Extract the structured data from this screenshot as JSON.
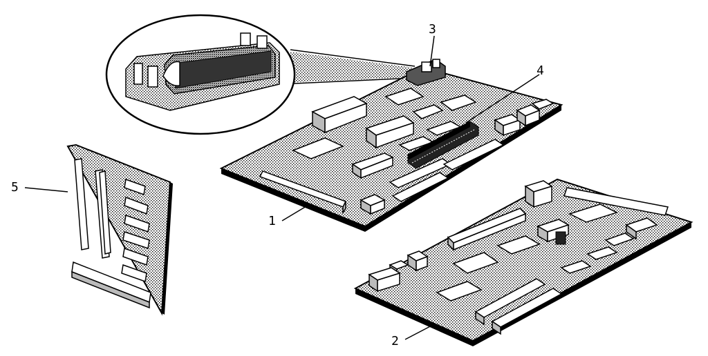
{
  "callouts": [
    {
      "id": "1",
      "label": "1",
      "target": "system-board-1"
    },
    {
      "id": "2",
      "label": "2",
      "target": "system-board-2"
    },
    {
      "id": "3",
      "label": "3",
      "target": "connector-3"
    },
    {
      "id": "4",
      "label": "4",
      "target": "memory-riser-4"
    },
    {
      "id": "5",
      "label": "5",
      "target": "adapter-board-5"
    }
  ],
  "colors": {
    "ink": "#000000",
    "board_fill": "stipple-gray",
    "chip_fill": "#ffffff"
  }
}
